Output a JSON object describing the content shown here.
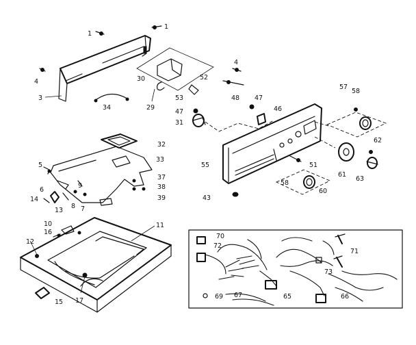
{
  "diagram": {
    "labels": {
      "l1a": "1",
      "l1b": "1",
      "l3": "3",
      "l4a": "4",
      "l4b": "4",
      "l5": "5",
      "l6": "6",
      "l7": "7",
      "l8": "8",
      "l9": "9",
      "l10": "10",
      "l11": "11",
      "l12": "12",
      "l13": "13",
      "l14": "14",
      "l15": "15",
      "l16": "16",
      "l17": "17",
      "l29": "29",
      "l30": "30",
      "l31": "31",
      "l32": "32",
      "l33": "33",
      "l34": "34",
      "l37": "37",
      "l38": "38",
      "l39": "39",
      "l43": "43",
      "l46": "46",
      "l47a": "47",
      "l47b": "47",
      "l48": "48",
      "l51": "51",
      "l52": "52",
      "l53": "53",
      "l55": "55",
      "l57": "57",
      "l58a": "58",
      "l58b": "58",
      "l60": "60",
      "l61": "61",
      "l62": "62",
      "l63": "63",
      "l65": "65",
      "l66": "66",
      "l67": "67",
      "l69": "69",
      "l70": "70",
      "l71": "71",
      "l72": "72",
      "l73": "73"
    }
  }
}
